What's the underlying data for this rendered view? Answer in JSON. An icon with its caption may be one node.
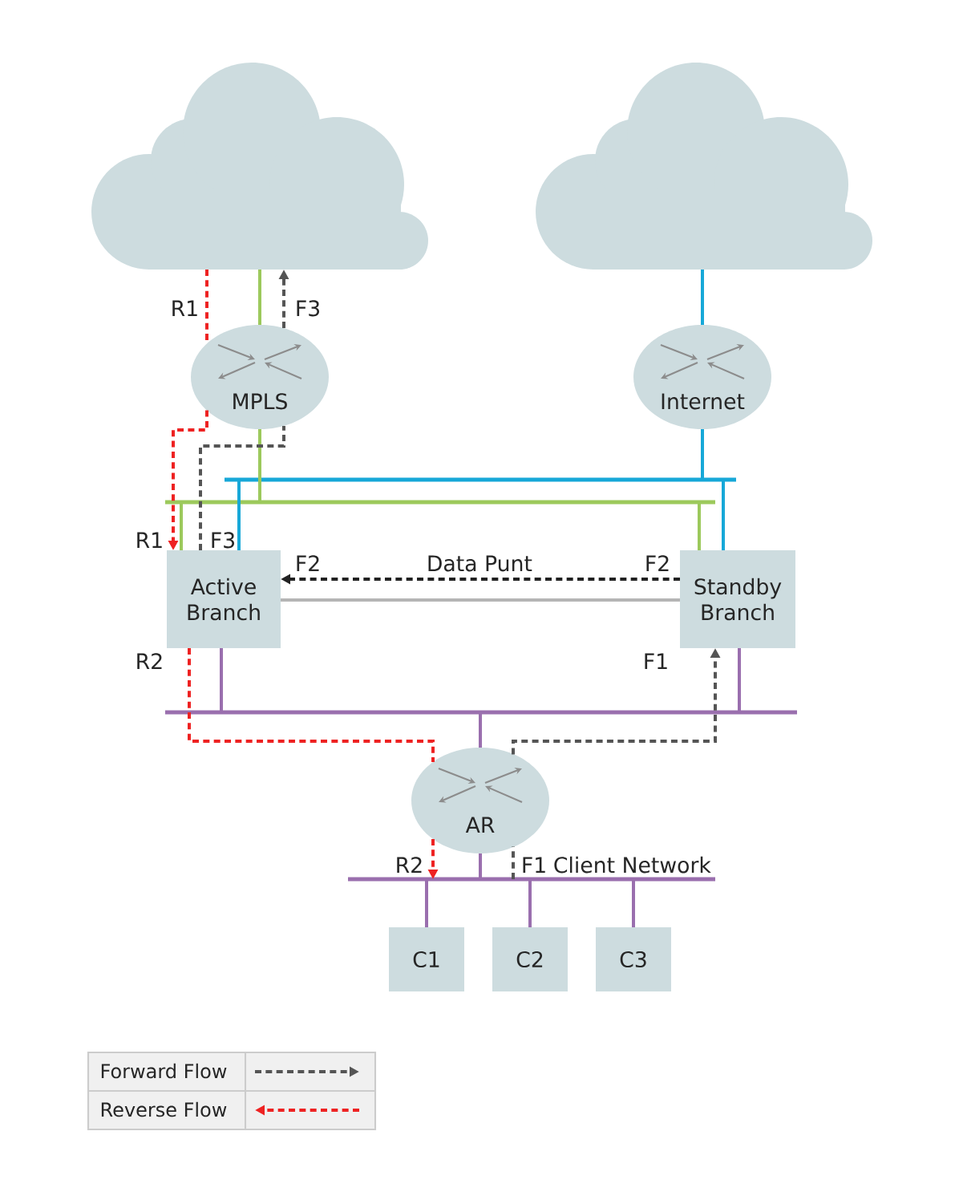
{
  "diagram": {
    "nodes": [
      {
        "text": [],
        "shape": "cloud"
      },
      {
        "text": [],
        "shape": "cloud"
      },
      {
        "text": [
          "MPLS"
        ]
      },
      {
        "text": [
          "Internet"
        ]
      },
      {
        "text": [],
        "shape": "bar"
      },
      {
        "text": [],
        "shape": "bar"
      },
      {
        "text": [
          "Active Branch"
        ]
      },
      {
        "text": [
          "Standby Branch"
        ]
      },
      {
        "text": [],
        "shape": "bar"
      },
      {
        "text": [
          "AR"
        ]
      },
      {
        "text": [],
        "shape": "bar",
        "beside": [
          "Client Network"
        ]
      },
      {
        "text": [
          "C1"
        ]
      },
      {
        "text": [
          "C2"
        ]
      },
      {
        "text": [
          "C3"
        ]
      }
    ],
    "edges": [
      {
        "from": 0,
        "to": 2,
        "arrow": "none",
        "color": "#9cc95c"
      },
      {
        "from": 1,
        "to": 3,
        "arrow": "none",
        "color": "#17a8d8"
      },
      {
        "from": 2,
        "to": 5,
        "arrow": "none",
        "color": "#9cc95c"
      },
      {
        "from": 3,
        "to": 4,
        "arrow": "none",
        "color": "#17a8d8"
      },
      {
        "from": 5,
        "to": 6,
        "arrow": "none",
        "color": "#9cc95c"
      },
      {
        "from": 5,
        "to": 7,
        "arrow": "none",
        "color": "#9cc95c"
      },
      {
        "from": 4,
        "to": 6,
        "arrow": "none",
        "color": "#17a8d8"
      },
      {
        "from": 4,
        "to": 7,
        "arrow": "none",
        "color": "#17a8d8"
      },
      {
        "from": 6,
        "to": 7,
        "arrow": "none",
        "color": "#b5b5b5"
      },
      {
        "from": 6,
        "to": 8,
        "arrow": "none"
      },
      {
        "from": 7,
        "to": 8,
        "arrow": "none"
      },
      {
        "from": 8,
        "to": 9,
        "arrow": "none"
      },
      {
        "from": 9,
        "to": 10,
        "arrow": "none"
      },
      {
        "from": 10,
        "to": 11,
        "arrow": "none"
      },
      {
        "from": 10,
        "to": 12,
        "arrow": "none"
      },
      {
        "from": 10,
        "to": 13,
        "arrow": "none"
      },
      {
        "from": 0,
        "to": 2,
        "arrow": "none",
        "label": "R1",
        "style": "dashed",
        "color": "#ee2222"
      },
      {
        "from": 2,
        "to": 6,
        "arrow": "to",
        "label": "R1",
        "style": "dashed",
        "color": "#ee2222"
      },
      {
        "from": 6,
        "to": 2,
        "arrow": "none",
        "label": "F3",
        "style": "dashed",
        "color": "#555555"
      },
      {
        "from": 2,
        "to": 0,
        "arrow": "to",
        "label": "F3",
        "style": "dashed",
        "color": "#555555"
      },
      {
        "from": 7,
        "to": 6,
        "arrow": "to",
        "label": "Data Punt",
        "style": "dashed",
        "color": "#222222"
      },
      {
        "from": 6,
        "to": 9,
        "arrow": "none",
        "label": "R2",
        "style": "dashed",
        "color": "#ee2222"
      },
      {
        "from": 9,
        "to": 10,
        "arrow": "to",
        "label": "R2",
        "style": "dashed",
        "color": "#ee2222"
      },
      {
        "from": 10,
        "to": 9,
        "arrow": "none",
        "label": "F1",
        "style": "dashed",
        "color": "#555555"
      },
      {
        "from": 9,
        "to": 7,
        "arrow": "to",
        "label": "F1",
        "style": "dashed",
        "color": "#555555"
      }
    ],
    "labels": [
      "F2",
      "F2"
    ],
    "legend": [
      {
        "text": "Forward Flow"
      },
      {
        "text": "Reverse Flow"
      }
    ]
  }
}
